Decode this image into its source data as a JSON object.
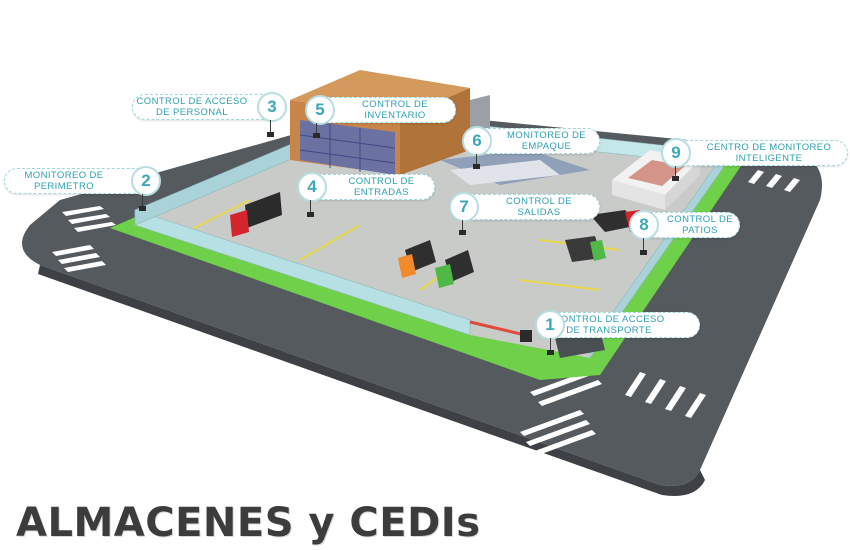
{
  "title": "ALMACENES y CEDIs",
  "callouts": [
    {
      "number": "1",
      "label": "CONTROL DE  ACCESO\nDE TRANSPORTE"
    },
    {
      "number": "2",
      "label": "MONITOREO DE\nPERIMETRO"
    },
    {
      "number": "3",
      "label": "CONTROL DE  ACCESO\nDE PERSONAL"
    },
    {
      "number": "4",
      "label": "CONTROL DE\nENTRADAS"
    },
    {
      "number": "5",
      "label": "CONTROL DE\nINVENTARIO"
    },
    {
      "number": "6",
      "label": "MONITOREO DE\nEMPAQUE"
    },
    {
      "number": "7",
      "label": "CONTROL DE\nSALIDAS"
    },
    {
      "number": "8",
      "label": "CONTROL DE\nPATIOS"
    },
    {
      "number": "9",
      "label": "CENTRO DE MONITOREO\nINTELIGENTE"
    }
  ],
  "colors": {
    "road": "#555a5f",
    "grass": "#6fd04a",
    "floor": "#c9cbc9",
    "wall": "#b6e0e4",
    "accent": "#2e9fb0",
    "title": "#3c3c3c"
  }
}
